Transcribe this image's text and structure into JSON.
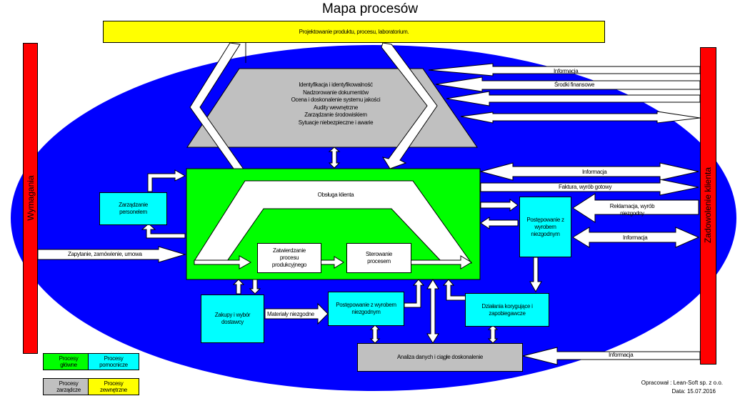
{
  "title": "Mapa procesów",
  "colors": {
    "ellipse": "#0000ff",
    "main": "#00ff00",
    "support": "#00ffff",
    "management": "#c0c0c0",
    "external": "#ffff00",
    "boundary": "#ff0000",
    "flow": "#ffffff"
  },
  "boundaries": {
    "left": "Wymagania",
    "right": "Zadowolenie klienta"
  },
  "external_process": "Projektowanie produktu, procesu, laboratorium.",
  "management_processes": [
    "Identyfikacja i identyfikowalność",
    "Nadzorowanie dokumentów",
    "Ocena i doskonalenie systemu jakości",
    "Audity wewnętrzne",
    "Zarządzanie środowiskiem",
    "Sytuacje niebezpieczne i awarie"
  ],
  "main_process": {
    "customer_service": "Obsługa klienta",
    "approval": "Zatwierdzanie procesu produkcyjnego",
    "control": "Sterowanie procesem"
  },
  "support_processes": {
    "hr": "Zarządzanie personelem",
    "purchasing": "Zakupy i wybór dostawcy",
    "nonconforming_right": "Postępowanie z wyrobem niezgodnym",
    "nonconforming_bottom": "Postępowanie z wyrobem niezgodnym",
    "corrective": "Działania korygujące i zapobiegawcze"
  },
  "analysis": "Analiza danych i ciągłe doskonalenie",
  "flows": {
    "info_top": "Informacja",
    "finance": "Środki finansowe",
    "info_mid": "Informacja",
    "invoice": "Faktura, wyrób gotowy",
    "complaint": "Reklamacja, wyrób niezgodny",
    "info_nc": "Informacja",
    "inquiry": "Zapytanie, zamówienie, umowa",
    "materials": "Materiały niezgodne",
    "info_bottom": "Informacja"
  },
  "legend": [
    {
      "label": "Procesy główne",
      "color": "#00ff00"
    },
    {
      "label": "Procesy pomocnicze",
      "color": "#00ffff"
    },
    {
      "label": "Procesy zarządcze",
      "color": "#c0c0c0"
    },
    {
      "label": "Procesy zewnętrzne",
      "color": "#ffff00"
    }
  ],
  "footer": {
    "author": "Opracował : Lean-Soft sp. z o.o.",
    "date": "Data: 15.07.2016"
  }
}
